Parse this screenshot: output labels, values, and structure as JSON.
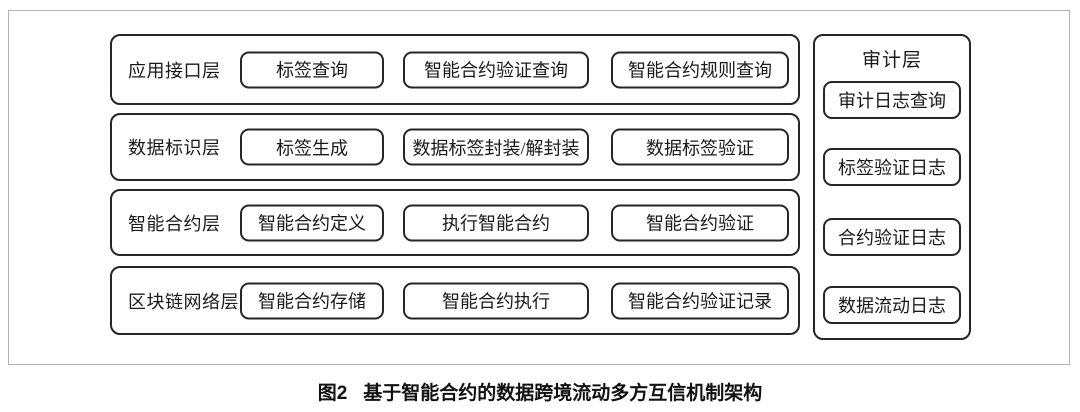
{
  "figure": {
    "layers": [
      {
        "label": "应用接口层",
        "items": [
          "标签查询",
          "智能合约验证查询",
          "智能合约规则查询"
        ]
      },
      {
        "label": "数据标识层",
        "items": [
          "标签生成",
          "数据标签封装/解封装",
          "数据标签验证"
        ]
      },
      {
        "label": "智能合约层",
        "items": [
          "智能合约定义",
          "执行智能合约",
          "智能合约验证"
        ]
      },
      {
        "label": "区块链网络层",
        "items": [
          "智能合约存储",
          "智能合约执行",
          "智能合约验证记录"
        ]
      }
    ],
    "audit": {
      "title": "审计层",
      "items": [
        "审计日志查询",
        "标签验证日志",
        "合约验证日志",
        "数据流动日志"
      ]
    },
    "caption": {
      "fig_label": "图2",
      "title": "基于智能合约的数据跨境流动多方互信机制架构"
    },
    "colors": {
      "ink": "#262626",
      "frame": "#b3b3b3",
      "background": "#ffffff"
    }
  }
}
